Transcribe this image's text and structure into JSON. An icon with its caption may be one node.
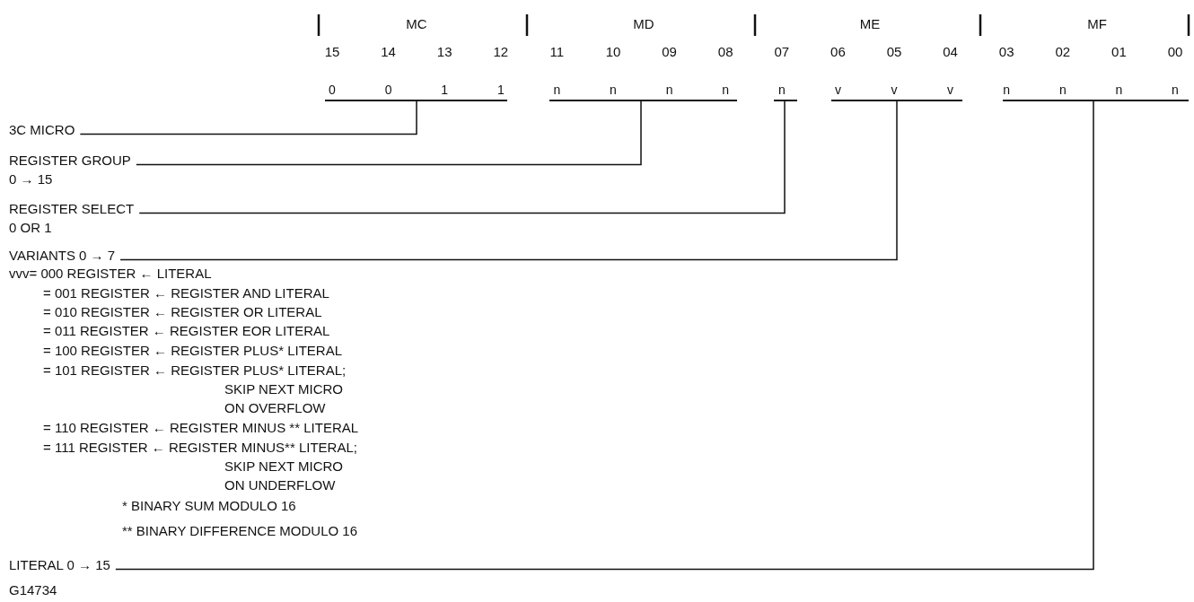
{
  "diagram": {
    "nodes": [
      {
        "text": [],
        "shape": "bar",
        "beside": [
          "0",
          "0",
          "1",
          "1"
        ]
      },
      {
        "text": [],
        "shape": "bar",
        "beside": [
          "n",
          "n",
          "n",
          "n"
        ]
      },
      {
        "text": [],
        "shape": "bar",
        "beside": [
          "n"
        ]
      },
      {
        "text": [],
        "shape": "bar",
        "beside": [
          "v",
          "v",
          "v"
        ]
      },
      {
        "text": [],
        "shape": "bar",
        "beside": [
          "n",
          "n",
          "n",
          "n"
        ]
      },
      {
        "text": [
          "3C MICRO"
        ]
      },
      {
        "text": [
          "REGISTER GROUP",
          "0 → 15"
        ]
      },
      {
        "text": [
          "REGISTER SELECT",
          "0 OR 1"
        ]
      },
      {
        "text": [
          "VARIANTS 0 → 7"
        ]
      },
      {
        "text": [
          "LITERAL 0 → 15"
        ]
      }
    ],
    "edges": [
      {
        "from": 5,
        "to": 0,
        "arrow": "none"
      },
      {
        "from": 6,
        "to": 1,
        "arrow": "none"
      },
      {
        "from": 7,
        "to": 2,
        "arrow": "none"
      },
      {
        "from": 8,
        "to": 3,
        "arrow": "none"
      },
      {
        "from": 9,
        "to": 4,
        "arrow": "none"
      }
    ],
    "labels": [
      "MC",
      "MD",
      "ME",
      "MF",
      "15",
      "14",
      "13",
      "12",
      "11",
      "10",
      "09",
      "08",
      "07",
      "06",
      "05",
      "04",
      "03",
      "02",
      "01",
      "00",
      "vvv= 000 REGISTER ← LITERAL",
      "= 001 REGISTER ← REGISTER AND LITERAL",
      "= 010 REGISTER ← REGISTER OR LITERAL",
      "= 011 REGISTER ← REGISTER EOR LITERAL",
      "= 100 REGISTER ← REGISTER PLUS* LITERAL",
      "= 101 REGISTER ← REGISTER PLUS* LITERAL;",
      "SKIP NEXT MICRO",
      "ON OVERFLOW",
      "= 110 REGISTER ← REGISTER MINUS ** LITERAL",
      "= 111 REGISTER ← REGISTER MINUS** LITERAL;",
      "SKIP NEXT MICRO",
      "ON UNDERFLOW",
      "* BINARY SUM MODULO 16",
      "** BINARY DIFFERENCE MODULO 16",
      "G14734"
    ]
  }
}
